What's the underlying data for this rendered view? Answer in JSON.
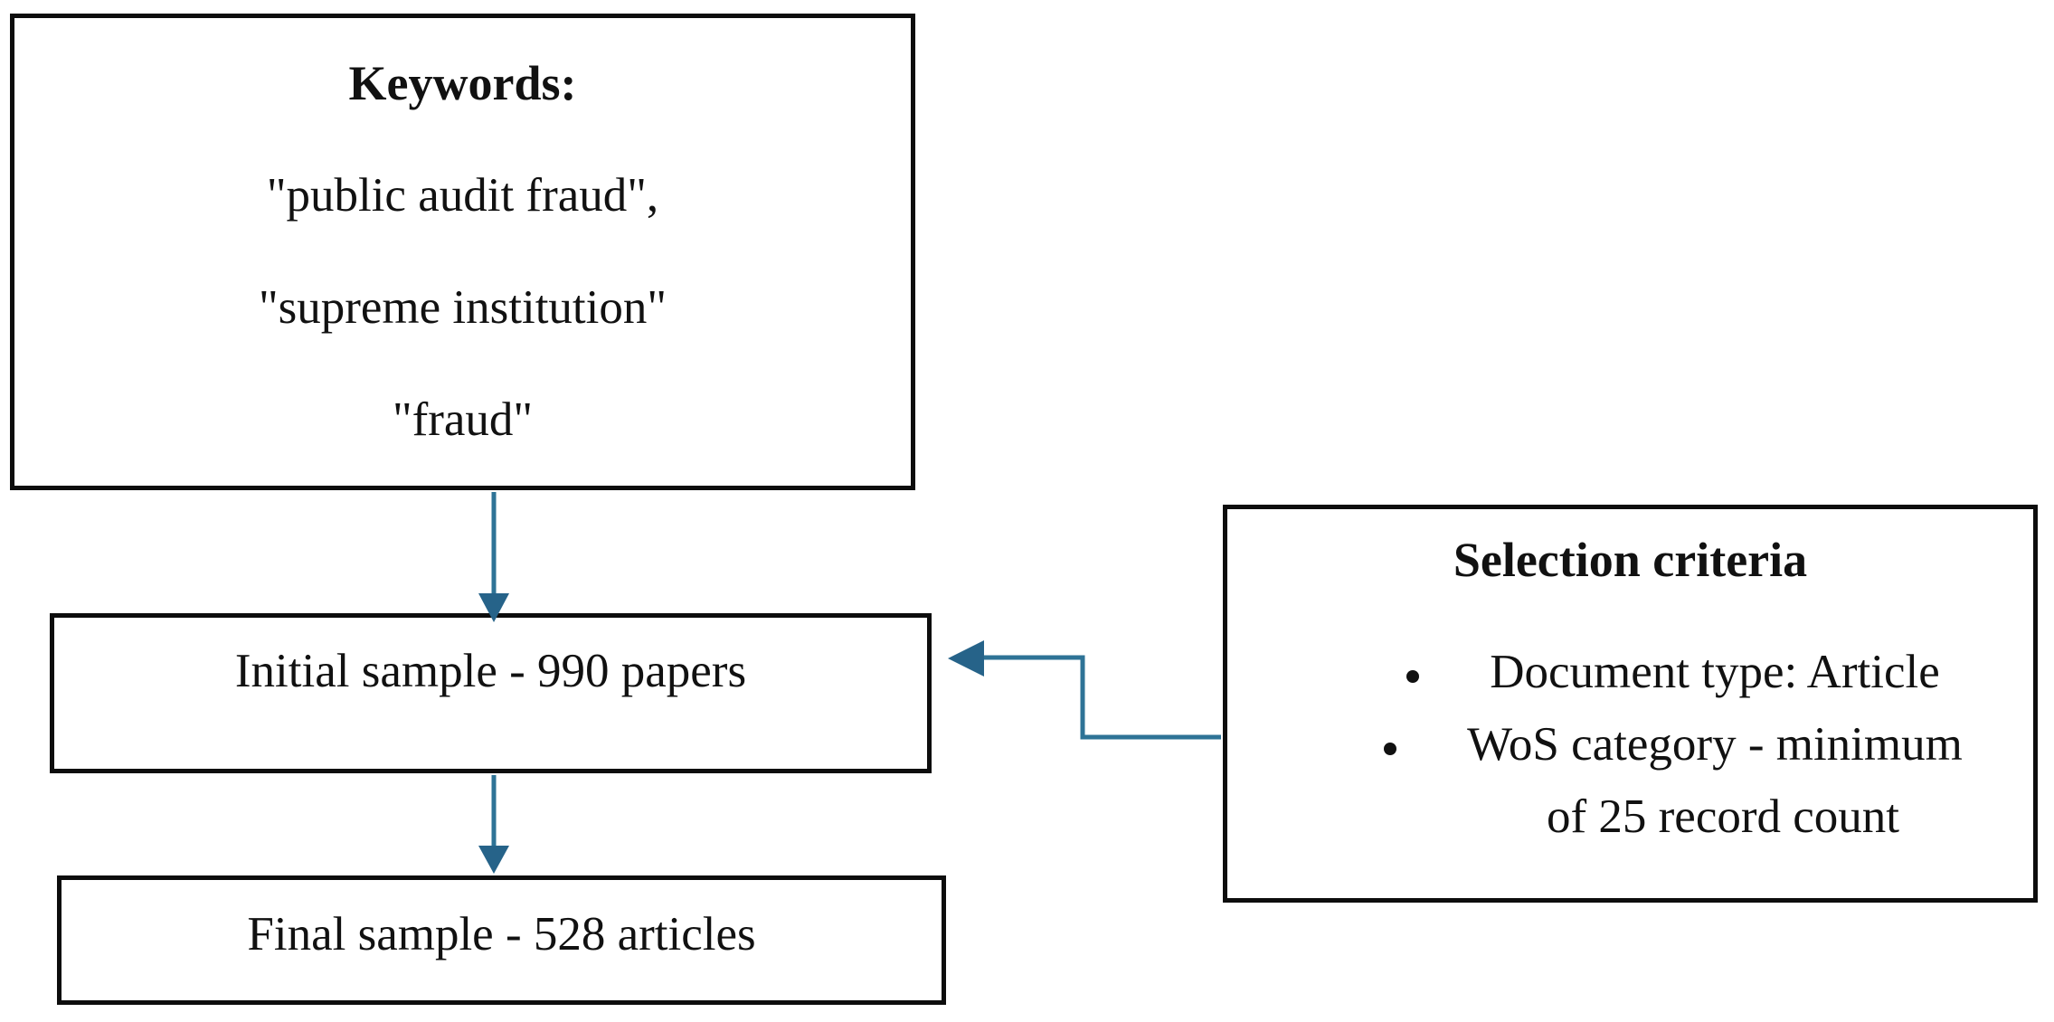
{
  "figure": {
    "type": "flowchart",
    "description": "Sample selection flow diagram"
  },
  "colors": {
    "box_border": "#0d0d0d",
    "text": "#111111",
    "arrow_line": "#2e7396",
    "arrow_head": "#266389",
    "background": "#ffffff"
  },
  "boxes": {
    "keywords": {
      "title": "Keywords:",
      "lines": [
        "\"public audit fraud\",",
        "\"supreme institution\"",
        "\"fraud\""
      ]
    },
    "initial_sample": {
      "label": "Initial sample - 990 papers"
    },
    "final_sample": {
      "label": "Final sample - 528 articles"
    },
    "selection_criteria": {
      "title": "Selection criteria",
      "bullets": [
        {
          "lines": [
            "Document type: Article"
          ]
        },
        {
          "lines": [
            "WoS category - minimum",
            "of 25 record count"
          ]
        }
      ]
    }
  },
  "arrows": [
    {
      "from": "keywords",
      "to": "initial_sample",
      "direction": "down"
    },
    {
      "from": "initial_sample",
      "to": "final_sample",
      "direction": "down"
    },
    {
      "from": "selection_criteria",
      "to": "initial_sample",
      "direction": "left-elbow"
    }
  ]
}
